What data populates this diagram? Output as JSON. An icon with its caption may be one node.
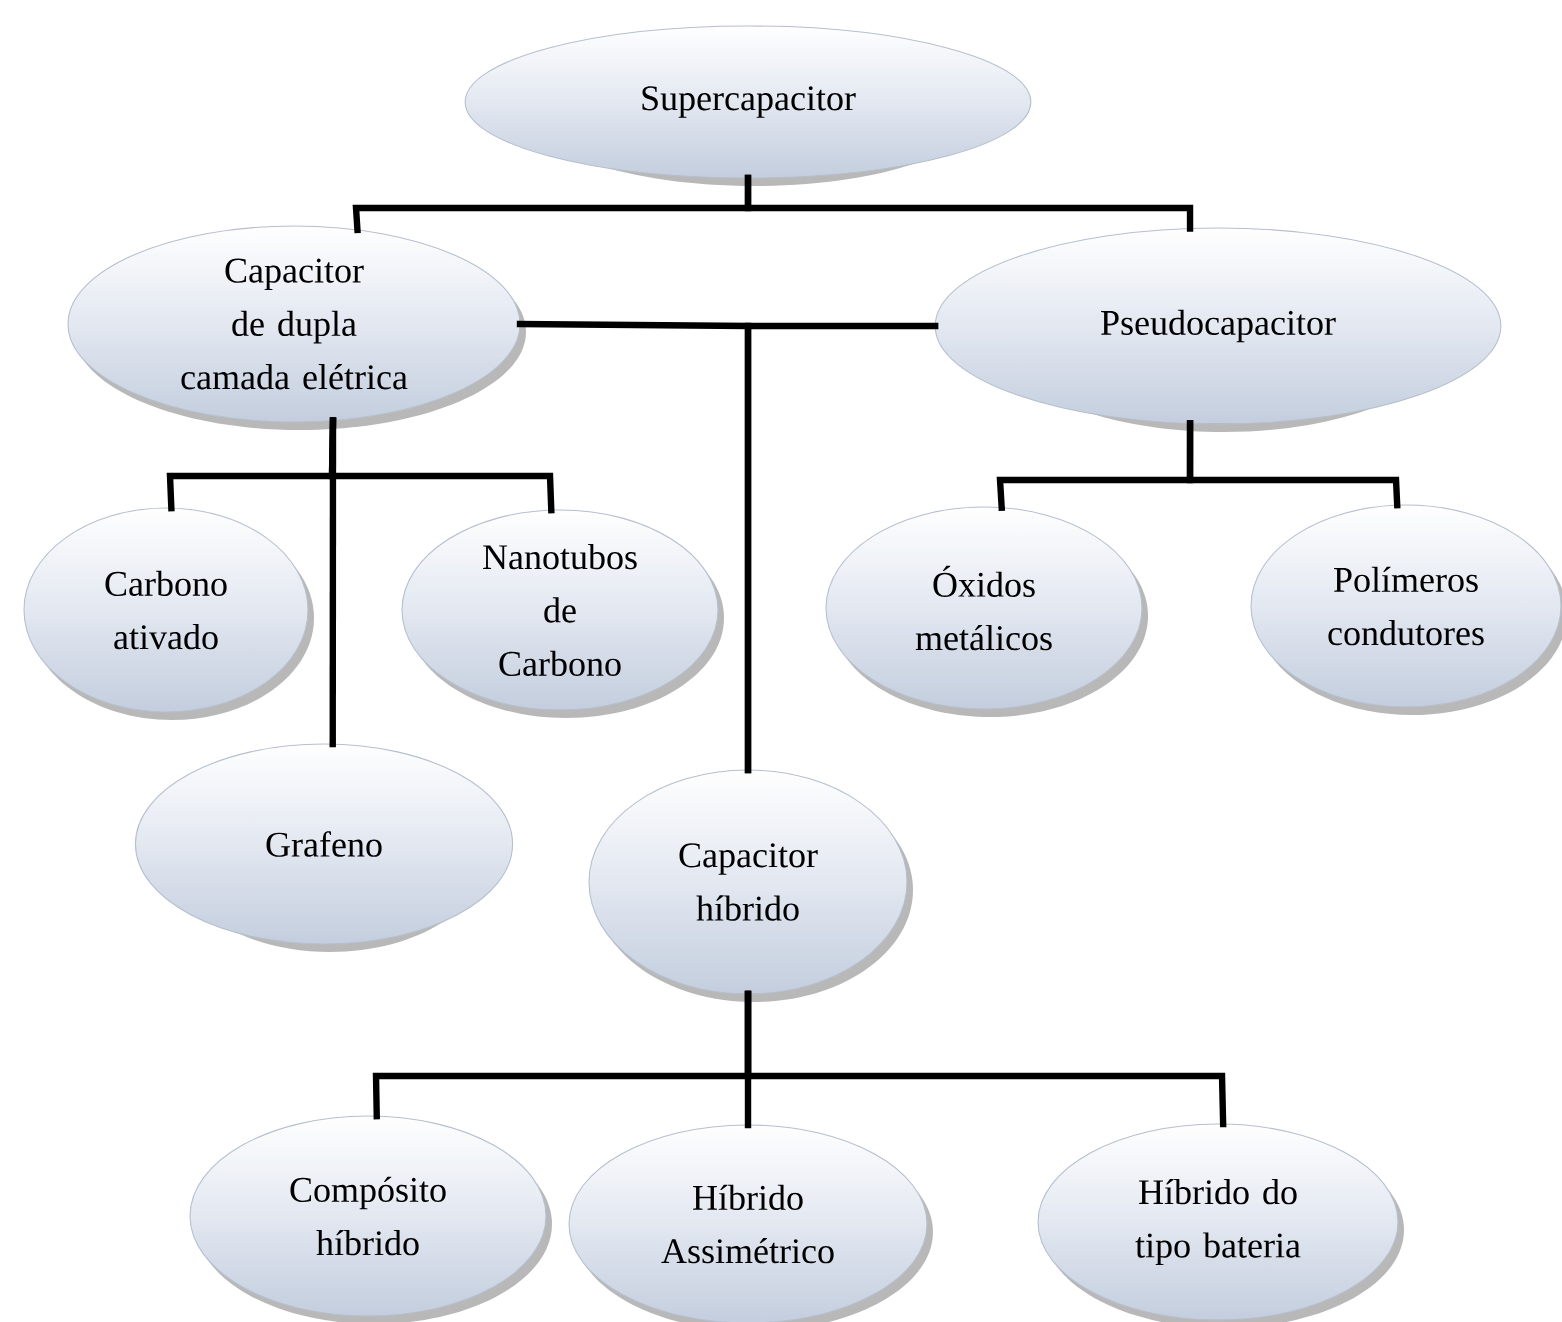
{
  "diagram": {
    "nodes": [
      {
        "text": [
          "Supercapacitor"
        ]
      },
      {
        "text": [
          "Capacitor de dupla camada elétrica"
        ]
      },
      {
        "text": [
          "Pseudocapacitor"
        ]
      },
      {
        "text": [
          "Carbono ativado"
        ]
      },
      {
        "text": [
          "Nanotubos de Carbono"
        ]
      },
      {
        "text": [
          "Grafeno"
        ]
      },
      {
        "text": [
          "Capacitor híbrido"
        ]
      },
      {
        "text": [
          "Óxidos metálicos"
        ]
      },
      {
        "text": [
          "Polímeros condutores"
        ]
      },
      {
        "text": [
          "Compósito híbrido"
        ]
      },
      {
        "text": [
          "Híbrido Assimétrico"
        ]
      },
      {
        "text": [
          "Híbrido do tipo bateria"
        ]
      }
    ],
    "edges": [
      {
        "from": 0,
        "to": 1,
        "arrow": "none"
      },
      {
        "from": 0,
        "to": 2,
        "arrow": "none"
      },
      {
        "from": 1,
        "to": 6,
        "arrow": "none"
      },
      {
        "from": 2,
        "to": 6,
        "arrow": "none"
      },
      {
        "from": 1,
        "to": 3,
        "arrow": "none"
      },
      {
        "from": 1,
        "to": 4,
        "arrow": "none"
      },
      {
        "from": 1,
        "to": 5,
        "arrow": "none"
      },
      {
        "from": 2,
        "to": 7,
        "arrow": "none"
      },
      {
        "from": 2,
        "to": 8,
        "arrow": "none"
      },
      {
        "from": 6,
        "to": 9,
        "arrow": "none"
      },
      {
        "from": 6,
        "to": 10,
        "arrow": "none"
      },
      {
        "from": 6,
        "to": 11,
        "arrow": "none"
      }
    ]
  }
}
